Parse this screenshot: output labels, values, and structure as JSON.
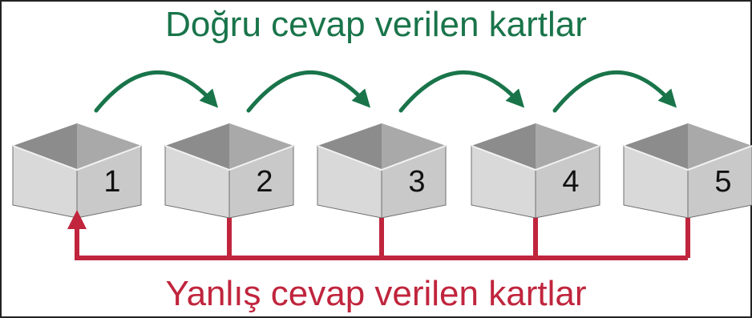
{
  "top_caption": "Doğru cevap verilen kartlar",
  "bottom_caption": "Yanlış cevap verilen kartlar",
  "boxes": [
    "1",
    "2",
    "3",
    "4",
    "5"
  ],
  "colors": {
    "correct": "#19744a",
    "wrong": "#c0253d",
    "box_front": "#d9d9d9",
    "box_side": "#c9c9c9",
    "box_inner": "#8c8c8c",
    "box_edge": "#6f6f6f",
    "number": "#111111"
  }
}
